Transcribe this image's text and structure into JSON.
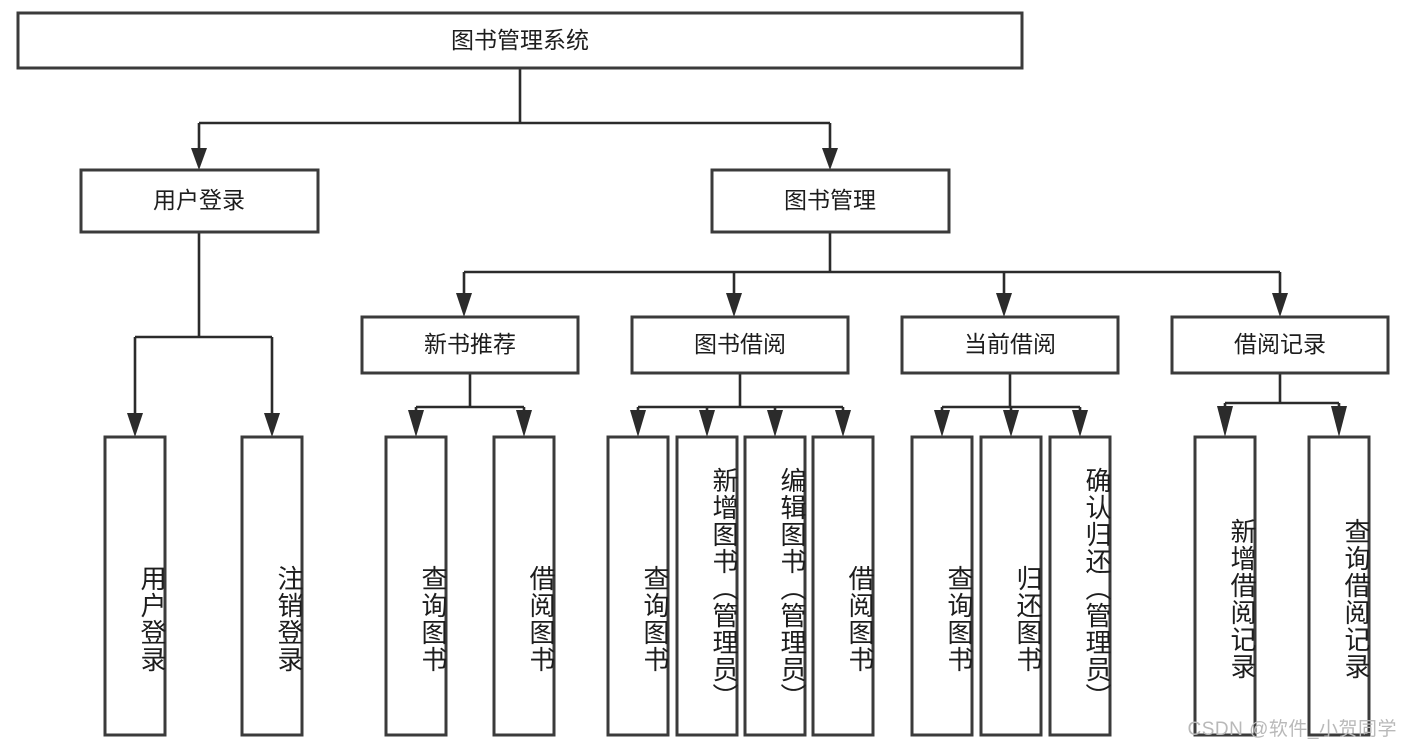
{
  "diagram": {
    "title": "图书管理系统",
    "type": "tree-hierarchy-diagram",
    "colors": {
      "box_stroke": "#3b3b3b",
      "box_fill": "#ffffff",
      "line": "#2b2b2b",
      "text": "#1d1d1d",
      "watermark": "#b9b9b9",
      "background": "#ffffff"
    },
    "root": {
      "label": "图书管理系统"
    },
    "level2": [
      {
        "label": "用户登录"
      },
      {
        "label": "图书管理"
      }
    ],
    "level3": [
      {
        "label": "新书推荐"
      },
      {
        "label": "图书借阅"
      },
      {
        "label": "当前借阅"
      },
      {
        "label": "借阅记录"
      }
    ],
    "leaves": {
      "user_login": [
        {
          "label": "用户登录"
        },
        {
          "label": "注销登录"
        }
      ],
      "new_book_recommend": [
        {
          "label": "查询图书"
        },
        {
          "label": "借阅图书"
        }
      ],
      "book_borrow": [
        {
          "label": "查询图书"
        },
        {
          "label": "新增图书（管理员）"
        },
        {
          "label": "编辑图书（管理员）"
        },
        {
          "label": "借阅图书"
        }
      ],
      "current_borrow": [
        {
          "label": "查询图书"
        },
        {
          "label": "归还图书"
        },
        {
          "label": "确认归还（管理员）"
        }
      ],
      "borrow_record": [
        {
          "label": "新增借阅记录"
        },
        {
          "label": "查询借阅记录"
        }
      ]
    }
  },
  "watermark": {
    "text": "CSDN @软件_小贺同学"
  }
}
